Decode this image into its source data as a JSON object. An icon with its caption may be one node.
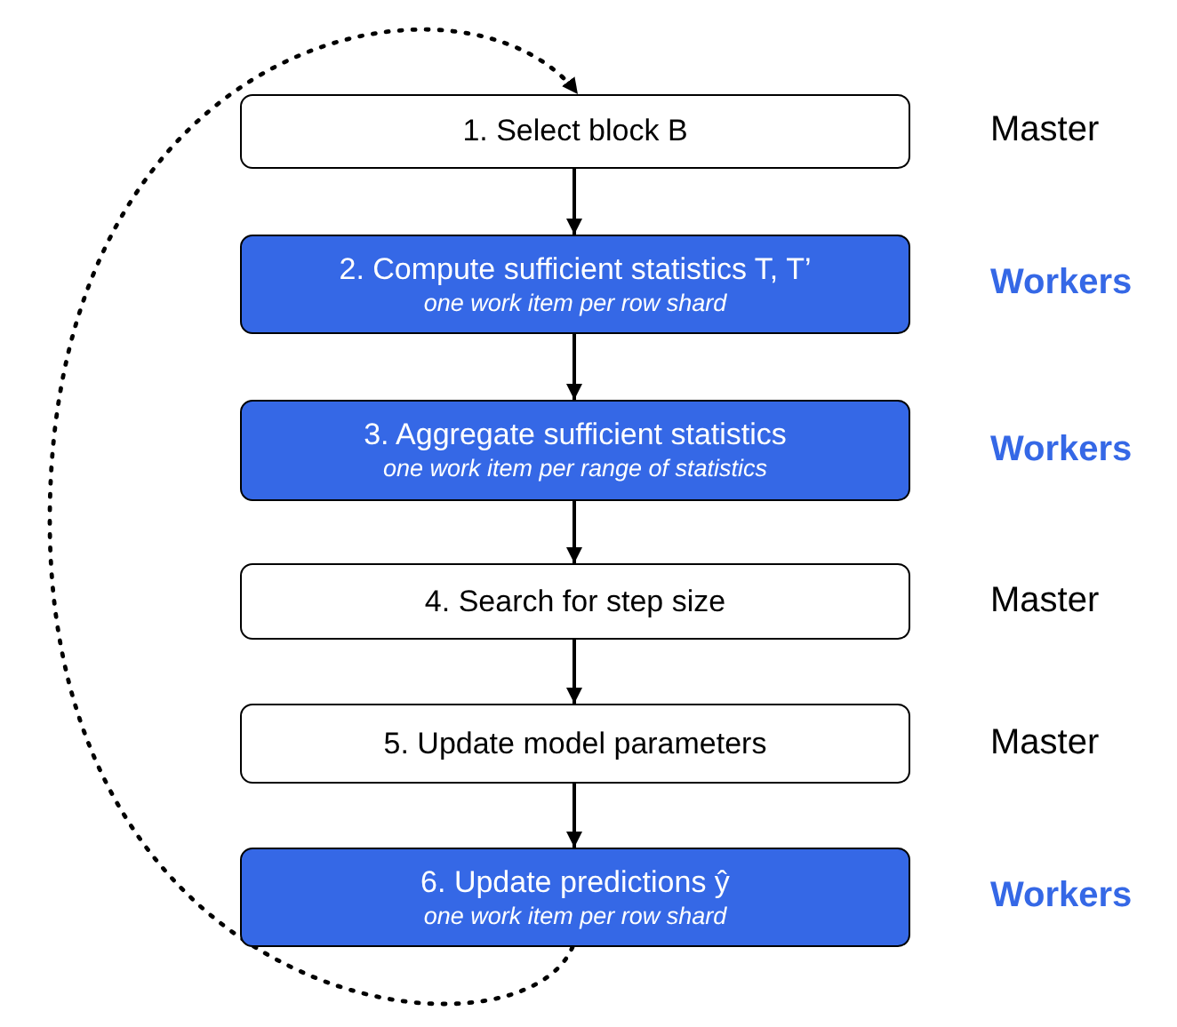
{
  "diagram": {
    "nodes": [
      {
        "text": [
          "1. Select block B"
        ],
        "beside": [
          "Master"
        ]
      },
      {
        "text": [
          "2. Compute sufficient statistics T, T’",
          "one work item per row shard"
        ],
        "beside": [
          "Workers"
        ]
      },
      {
        "text": [
          "3. Aggregate sufficient statistics",
          "one work item per range of statistics"
        ],
        "beside": [
          "Workers"
        ]
      },
      {
        "text": [
          "4. Search for step size"
        ],
        "beside": [
          "Master"
        ]
      },
      {
        "text": [
          "5. Update model parameters"
        ],
        "beside": [
          "Master"
        ]
      },
      {
        "text": [
          "6. Update predictions ŷ",
          "one work item per row shard"
        ],
        "beside": [
          "Workers"
        ]
      }
    ],
    "edges": [
      {
        "from": 0,
        "to": 1,
        "arrow": "to"
      },
      {
        "from": 1,
        "to": 2,
        "arrow": "to"
      },
      {
        "from": 2,
        "to": 3,
        "arrow": "to"
      },
      {
        "from": 3,
        "to": 4,
        "arrow": "to"
      },
      {
        "from": 4,
        "to": 5,
        "arrow": "to"
      },
      {
        "from": 5,
        "to": 0,
        "arrow": "to",
        "style": "dashed"
      }
    ]
  }
}
